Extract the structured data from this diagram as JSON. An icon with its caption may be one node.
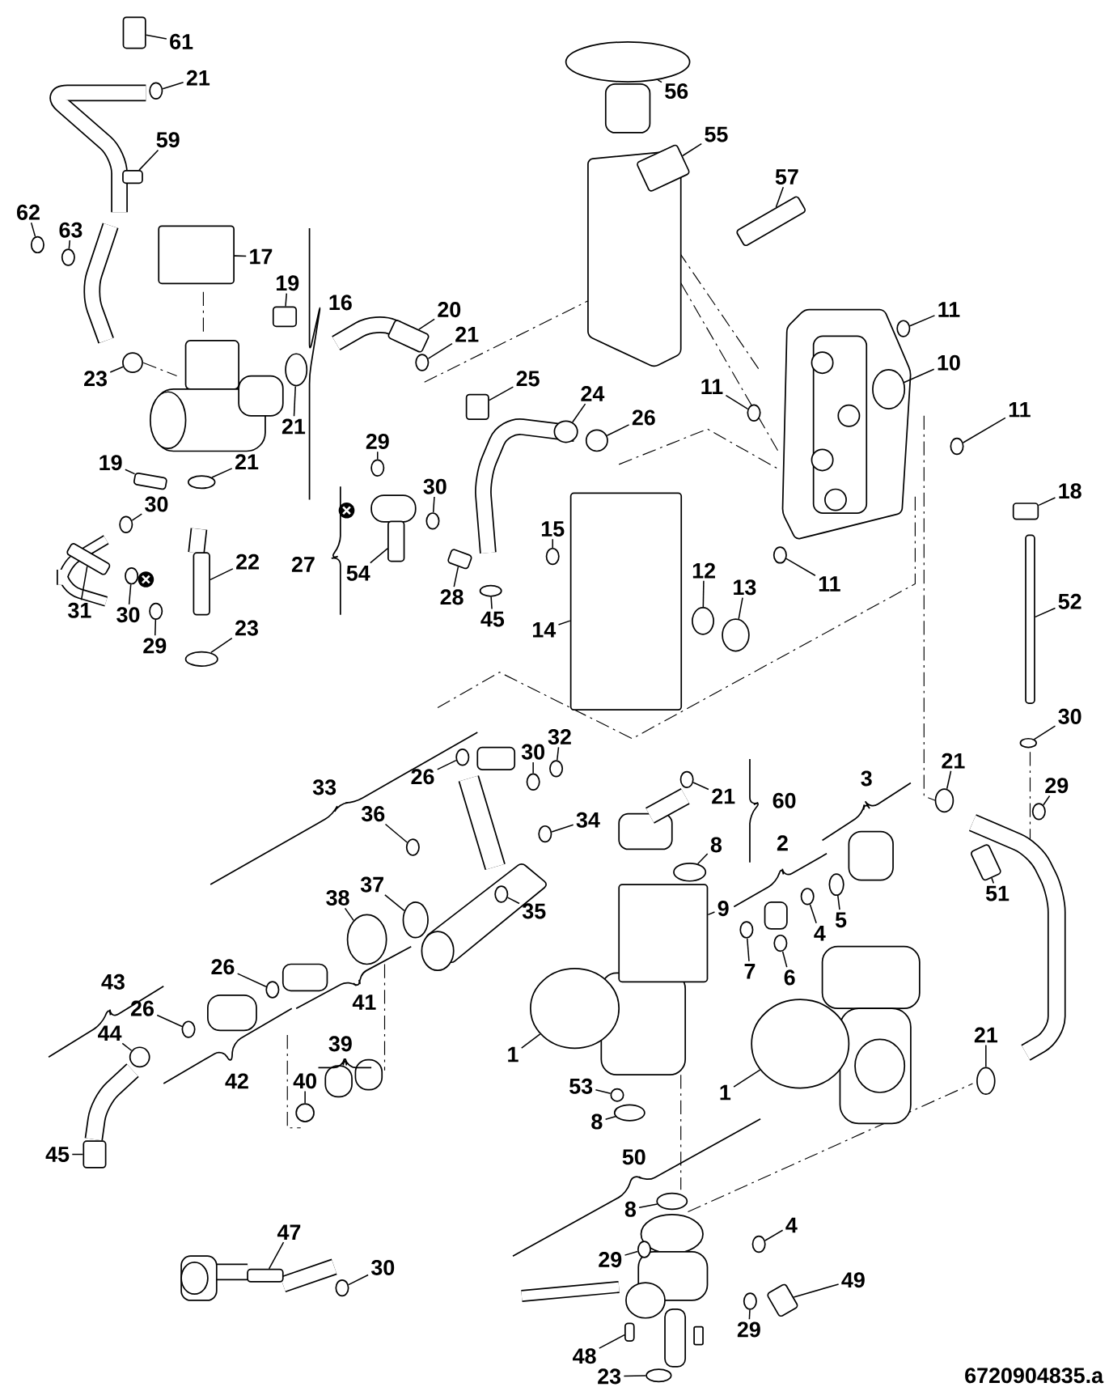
{
  "diagram": {
    "nodes": [
      {
        "text": [
          "61"
        ]
      },
      {
        "text": [
          "21"
        ]
      },
      {
        "text": [
          "59"
        ]
      },
      {
        "text": [
          "62"
        ]
      },
      {
        "text": [
          "63"
        ]
      },
      {
        "text": [
          "17"
        ]
      },
      {
        "text": [
          "19"
        ]
      },
      {
        "text": [
          "20"
        ]
      },
      {
        "text": [
          "21"
        ]
      },
      {
        "text": [
          "23"
        ]
      },
      {
        "text": [
          "21"
        ]
      },
      {
        "text": [
          "19"
        ]
      },
      {
        "text": [
          "21"
        ]
      },
      {
        "text": [
          "29"
        ]
      },
      {
        "text": [
          "30"
        ]
      },
      {
        "text": [
          "54"
        ]
      },
      {
        "text": [
          "30"
        ]
      },
      {
        "text": [
          "22"
        ]
      },
      {
        "text": [
          "31"
        ]
      },
      {
        "text": [
          "30"
        ]
      },
      {
        "text": [
          "29"
        ]
      },
      {
        "text": [
          "23"
        ]
      },
      {
        "text": [
          "25"
        ]
      },
      {
        "text": [
          "24"
        ]
      },
      {
        "text": [
          "26"
        ]
      },
      {
        "text": [
          "15"
        ]
      },
      {
        "text": [
          "28"
        ]
      },
      {
        "text": [
          "45"
        ]
      },
      {
        "text": [
          "14"
        ]
      },
      {
        "text": [
          "12"
        ]
      },
      {
        "text": [
          "13"
        ]
      },
      {
        "text": [
          "56"
        ]
      },
      {
        "text": [
          "55"
        ]
      },
      {
        "text": [
          "57"
        ]
      },
      {
        "text": [
          "11"
        ]
      },
      {
        "text": [
          "10"
        ]
      },
      {
        "text": [
          "11"
        ]
      },
      {
        "text": [
          "11"
        ]
      },
      {
        "text": [
          "11"
        ]
      },
      {
        "text": [
          "18"
        ]
      },
      {
        "text": [
          "52"
        ]
      },
      {
        "text": [
          "30"
        ]
      },
      {
        "text": [
          "21"
        ]
      },
      {
        "text": [
          "29"
        ]
      },
      {
        "text": [
          "51"
        ]
      },
      {
        "text": [
          "21"
        ]
      },
      {
        "text": [
          "26"
        ]
      },
      {
        "text": [
          "30"
        ]
      },
      {
        "text": [
          "32"
        ]
      },
      {
        "text": [
          "21"
        ]
      },
      {
        "text": [
          "34"
        ]
      },
      {
        "text": [
          "36"
        ]
      },
      {
        "text": [
          "8"
        ]
      },
      {
        "text": [
          "37"
        ]
      },
      {
        "text": [
          "38"
        ]
      },
      {
        "text": [
          "35"
        ]
      },
      {
        "text": [
          "9"
        ]
      },
      {
        "text": [
          "5"
        ]
      },
      {
        "text": [
          "4"
        ]
      },
      {
        "text": [
          "7"
        ]
      },
      {
        "text": [
          "6"
        ]
      },
      {
        "text": [
          "26"
        ]
      },
      {
        "text": [
          "26"
        ]
      },
      {
        "text": [
          "44"
        ]
      },
      {
        "text": [
          "40"
        ]
      },
      {
        "text": [
          "1"
        ]
      },
      {
        "text": [
          "53"
        ]
      },
      {
        "text": [
          "8"
        ]
      },
      {
        "text": [
          "1"
        ]
      },
      {
        "text": [
          "45"
        ]
      },
      {
        "text": [
          "8"
        ]
      },
      {
        "text": [
          "47"
        ]
      },
      {
        "text": [
          "4"
        ]
      },
      {
        "text": [
          "29"
        ]
      },
      {
        "text": [
          "30"
        ]
      },
      {
        "text": [
          "49"
        ]
      },
      {
        "text": [
          "29"
        ]
      },
      {
        "text": [
          "48"
        ]
      },
      {
        "text": [
          "23"
        ]
      },
      {
        "text": [],
        "shape": "box"
      },
      {
        "text": [],
        "shape": "circle"
      },
      {
        "text": [],
        "shape": "box"
      },
      {
        "text": [],
        "shape": "circle"
      },
      {
        "text": [],
        "shape": "circle"
      },
      {
        "text": [],
        "shape": "box"
      },
      {
        "text": [],
        "shape": "box"
      },
      {
        "text": [],
        "shape": "box"
      },
      {
        "text": [],
        "shape": "circle"
      },
      {
        "text": [],
        "shape": "circle"
      },
      {
        "text": [],
        "shape": "circle"
      },
      {
        "text": [],
        "shape": "box"
      },
      {
        "text": [],
        "shape": "circle"
      },
      {
        "text": [],
        "shape": "circle"
      },
      {
        "text": [],
        "shape": "circle"
      },
      {
        "text": [],
        "shape": "box"
      },
      {
        "text": [],
        "shape": "circle"
      },
      {
        "text": [],
        "shape": "box"
      },
      {
        "text": [],
        "shape": "box"
      },
      {
        "text": [],
        "shape": "circle"
      },
      {
        "text": [],
        "shape": "circle"
      },
      {
        "text": [],
        "shape": "circle"
      },
      {
        "text": [],
        "shape": "box"
      },
      {
        "text": [],
        "shape": "circle"
      },
      {
        "text": [],
        "shape": "circle"
      },
      {
        "text": [],
        "shape": "circle"
      },
      {
        "text": [],
        "shape": "box"
      },
      {
        "text": [],
        "shape": "circle"
      },
      {
        "text": [],
        "shape": "box"
      },
      {
        "text": [],
        "shape": "circle"
      },
      {
        "text": [],
        "shape": "circle"
      },
      {
        "text": [],
        "shape": "circle"
      },
      {
        "text": [],
        "shape": "box"
      },
      {
        "text": [],
        "shape": "box"
      },
      {
        "text": [],
        "shape": "circle"
      },
      {
        "text": [],
        "shape": "circle"
      },
      {
        "text": [],
        "shape": "circle"
      },
      {
        "text": [],
        "shape": "circle"
      },
      {
        "text": [],
        "shape": "circle"
      },
      {
        "text": [],
        "shape": "box"
      },
      {
        "text": [],
        "shape": "box"
      },
      {
        "text": [],
        "shape": "circle"
      },
      {
        "text": [],
        "shape": "circle"
      },
      {
        "text": [],
        "shape": "circle"
      },
      {
        "text": [],
        "shape": "box"
      },
      {
        "text": [],
        "shape": "circle"
      },
      {
        "text": [],
        "shape": "circle"
      },
      {
        "text": [],
        "shape": "circle"
      },
      {
        "text": [],
        "shape": "circle"
      },
      {
        "text": [],
        "shape": "circle"
      },
      {
        "text": [],
        "shape": "circle"
      },
      {
        "text": [],
        "shape": "circle"
      },
      {
        "text": [],
        "shape": "circle"
      },
      {
        "text": [],
        "shape": "circle"
      },
      {
        "text": [],
        "shape": "circle"
      },
      {
        "text": [],
        "shape": "circle"
      },
      {
        "text": [],
        "shape": "box"
      },
      {
        "text": [],
        "shape": "circle"
      },
      {
        "text": [],
        "shape": "circle"
      },
      {
        "text": [],
        "shape": "circle"
      },
      {
        "text": [],
        "shape": "circle"
      },
      {
        "text": [],
        "shape": "circle"
      },
      {
        "text": [],
        "shape": "circle"
      },
      {
        "text": [],
        "shape": "circle"
      },
      {
        "text": [],
        "shape": "circle"
      },
      {
        "text": [],
        "shape": "circle"
      },
      {
        "text": [],
        "shape": "circle"
      },
      {
        "text": [],
        "shape": "circle"
      },
      {
        "text": [],
        "shape": "circle"
      },
      {
        "text": [],
        "shape": "box"
      },
      {
        "text": [],
        "shape": "circle"
      },
      {
        "text": [],
        "shape": "box"
      },
      {
        "text": [],
        "shape": "circle"
      },
      {
        "text": [],
        "shape": "circle"
      },
      {
        "text": [],
        "shape": "circle"
      },
      {
        "text": [],
        "shape": "box"
      },
      {
        "text": [],
        "shape": "circle"
      },
      {
        "text": [],
        "shape": "box"
      },
      {
        "text": [],
        "shape": "circle"
      }
    ],
    "edges": [
      {
        "from": 0,
        "to": 79,
        "arrow": "none"
      },
      {
        "from": 1,
        "to": 80,
        "arrow": "none"
      },
      {
        "from": 2,
        "to": 81,
        "arrow": "none"
      },
      {
        "from": 3,
        "to": 82,
        "arrow": "none"
      },
      {
        "from": 4,
        "to": 83,
        "arrow": "none"
      },
      {
        "from": 5,
        "to": 84,
        "arrow": "none"
      },
      {
        "from": 6,
        "to": 85,
        "arrow": "none"
      },
      {
        "from": 7,
        "to": 86,
        "arrow": "none"
      },
      {
        "from": 8,
        "to": 87,
        "arrow": "none"
      },
      {
        "from": 9,
        "to": 88,
        "arrow": "none"
      },
      {
        "from": 10,
        "to": 89,
        "arrow": "none"
      },
      {
        "from": 11,
        "to": 90,
        "arrow": "none"
      },
      {
        "from": 12,
        "to": 91,
        "arrow": "none"
      },
      {
        "from": 13,
        "to": 92,
        "arrow": "none"
      },
      {
        "from": 14,
        "to": 93,
        "arrow": "none"
      },
      {
        "from": 15,
        "to": 94,
        "arrow": "none"
      },
      {
        "from": 16,
        "to": 95,
        "arrow": "none"
      },
      {
        "from": 17,
        "to": 96,
        "arrow": "none"
      },
      {
        "from": 18,
        "to": 97,
        "arrow": "none"
      },
      {
        "from": 19,
        "to": 98,
        "arrow": "none"
      },
      {
        "from": 20,
        "to": 99,
        "arrow": "none"
      },
      {
        "from": 21,
        "to": 100,
        "arrow": "none"
      },
      {
        "from": 22,
        "to": 101,
        "arrow": "none"
      },
      {
        "from": 23,
        "to": 102,
        "arrow": "none"
      },
      {
        "from": 24,
        "to": 103,
        "arrow": "none"
      },
      {
        "from": 25,
        "to": 104,
        "arrow": "none"
      },
      {
        "from": 26,
        "to": 105,
        "arrow": "none"
      },
      {
        "from": 27,
        "to": 106,
        "arrow": "none"
      },
      {
        "from": 28,
        "to": 107,
        "arrow": "none"
      },
      {
        "from": 29,
        "to": 108,
        "arrow": "none"
      },
      {
        "from": 30,
        "to": 109,
        "arrow": "none"
      },
      {
        "from": 31,
        "to": 110,
        "arrow": "none"
      },
      {
        "from": 32,
        "to": 111,
        "arrow": "none"
      },
      {
        "from": 33,
        "to": 112,
        "arrow": "none"
      },
      {
        "from": 34,
        "to": 113,
        "arrow": "none"
      },
      {
        "from": 35,
        "to": 114,
        "arrow": "none"
      },
      {
        "from": 36,
        "to": 115,
        "arrow": "none"
      },
      {
        "from": 37,
        "to": 116,
        "arrow": "none"
      },
      {
        "from": 38,
        "to": 117,
        "arrow": "none"
      },
      {
        "from": 39,
        "to": 118,
        "arrow": "none"
      },
      {
        "from": 40,
        "to": 119,
        "arrow": "none"
      },
      {
        "from": 41,
        "to": 120,
        "arrow": "none"
      },
      {
        "from": 42,
        "to": 121,
        "arrow": "none"
      },
      {
        "from": 43,
        "to": 122,
        "arrow": "none"
      },
      {
        "from": 44,
        "to": 123,
        "arrow": "none"
      },
      {
        "from": 45,
        "to": 124,
        "arrow": "none"
      },
      {
        "from": 46,
        "to": 125,
        "arrow": "none"
      },
      {
        "from": 47,
        "to": 126,
        "arrow": "none"
      },
      {
        "from": 48,
        "to": 127,
        "arrow": "none"
      },
      {
        "from": 49,
        "to": 128,
        "arrow": "none"
      },
      {
        "from": 50,
        "to": 129,
        "arrow": "none"
      },
      {
        "from": 51,
        "to": 130,
        "arrow": "none"
      },
      {
        "from": 52,
        "to": 131,
        "arrow": "none"
      },
      {
        "from": 53,
        "to": 132,
        "arrow": "none"
      },
      {
        "from": 54,
        "to": 133,
        "arrow": "none"
      },
      {
        "from": 55,
        "to": 134,
        "arrow": "none"
      },
      {
        "from": 56,
        "to": 135,
        "arrow": "none"
      },
      {
        "from": 57,
        "to": 136,
        "arrow": "none"
      },
      {
        "from": 58,
        "to": 137,
        "arrow": "none"
      },
      {
        "from": 59,
        "to": 138,
        "arrow": "none"
      },
      {
        "from": 60,
        "to": 139,
        "arrow": "none"
      },
      {
        "from": 61,
        "to": 140,
        "arrow": "none"
      },
      {
        "from": 62,
        "to": 141,
        "arrow": "none"
      },
      {
        "from": 63,
        "to": 142,
        "arrow": "none"
      },
      {
        "from": 64,
        "to": 143,
        "arrow": "none"
      },
      {
        "from": 65,
        "to": 144,
        "arrow": "none"
      },
      {
        "from": 66,
        "to": 145,
        "arrow": "none"
      },
      {
        "from": 67,
        "to": 146,
        "arrow": "none"
      },
      {
        "from": 68,
        "to": 147,
        "arrow": "none"
      },
      {
        "from": 69,
        "to": 148,
        "arrow": "none"
      },
      {
        "from": 70,
        "to": 149,
        "arrow": "none"
      },
      {
        "from": 71,
        "to": 150,
        "arrow": "none"
      },
      {
        "from": 72,
        "to": 151,
        "arrow": "none"
      },
      {
        "from": 73,
        "to": 152,
        "arrow": "none"
      },
      {
        "from": 74,
        "to": 153,
        "arrow": "none"
      },
      {
        "from": 75,
        "to": 154,
        "arrow": "none"
      },
      {
        "from": 76,
        "to": 155,
        "arrow": "none"
      },
      {
        "from": 77,
        "to": 156,
        "arrow": "none"
      },
      {
        "from": 78,
        "to": 157,
        "arrow": "none"
      }
    ],
    "labels": [
      "16",
      "27",
      "33",
      "60",
      "3",
      "2",
      "43",
      "41",
      "39",
      "42",
      "50",
      "6720904835.a"
    ]
  }
}
